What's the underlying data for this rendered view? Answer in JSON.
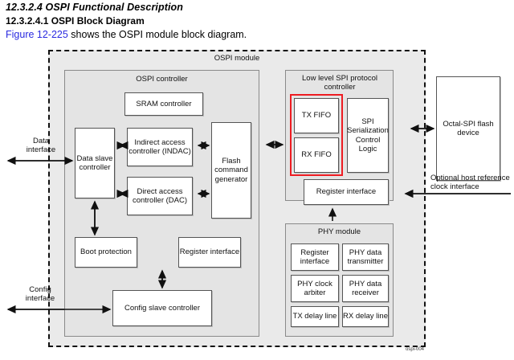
{
  "document": {
    "heading_section": "12.3.2.4 OSPI Functional Description",
    "heading_subsection": "12.3.2.4.1 OSPI Block Diagram",
    "intro_link": "Figure 12-225",
    "intro_rest": " shows the OSPI module block diagram."
  },
  "diagram": {
    "caption": "ospi-004",
    "module_label": "OSPI module",
    "controller_label": "OSPI controller",
    "spi_label": "Low level SPI protocol controller",
    "phy_label": "PHY module",
    "blocks": {
      "sram_controller": "SRAM controller",
      "indirect_access": "Indirect access controller (INDAC)",
      "direct_access": "Direct access controller (DAC)",
      "data_slave": "Data slave controller",
      "flash_command": "Flash command generator",
      "boot_protection": "Boot protection",
      "register_interface_ospi": "Register interface",
      "config_slave": "Config slave controller",
      "tx_fifo": "TX FIFO",
      "rx_fifo": "RX FIFO",
      "spi_serialization": "SPI Serialization Control Logic",
      "register_interface_spi": "Register interface",
      "phy_register_interface": "Register interface",
      "phy_data_transmitter": "PHY data transmitter",
      "phy_clock_arbiter": "PHY clock arbiter",
      "phy_data_receiver": "PHY data receiver",
      "tx_delay_line": "TX delay line",
      "rx_delay_line": "RX delay line",
      "flash_device": "Octal-SPI flash device"
    },
    "external_labels": {
      "data_interface": "Data interface",
      "config_interface": "Config interface",
      "clock_interface": "Optional host reference clock interface"
    },
    "colors": {
      "highlight": "#ee1c22",
      "link": "#2a2ae0",
      "module_fill": "#eaeaea",
      "group_fill": "#e4e4e4"
    }
  }
}
